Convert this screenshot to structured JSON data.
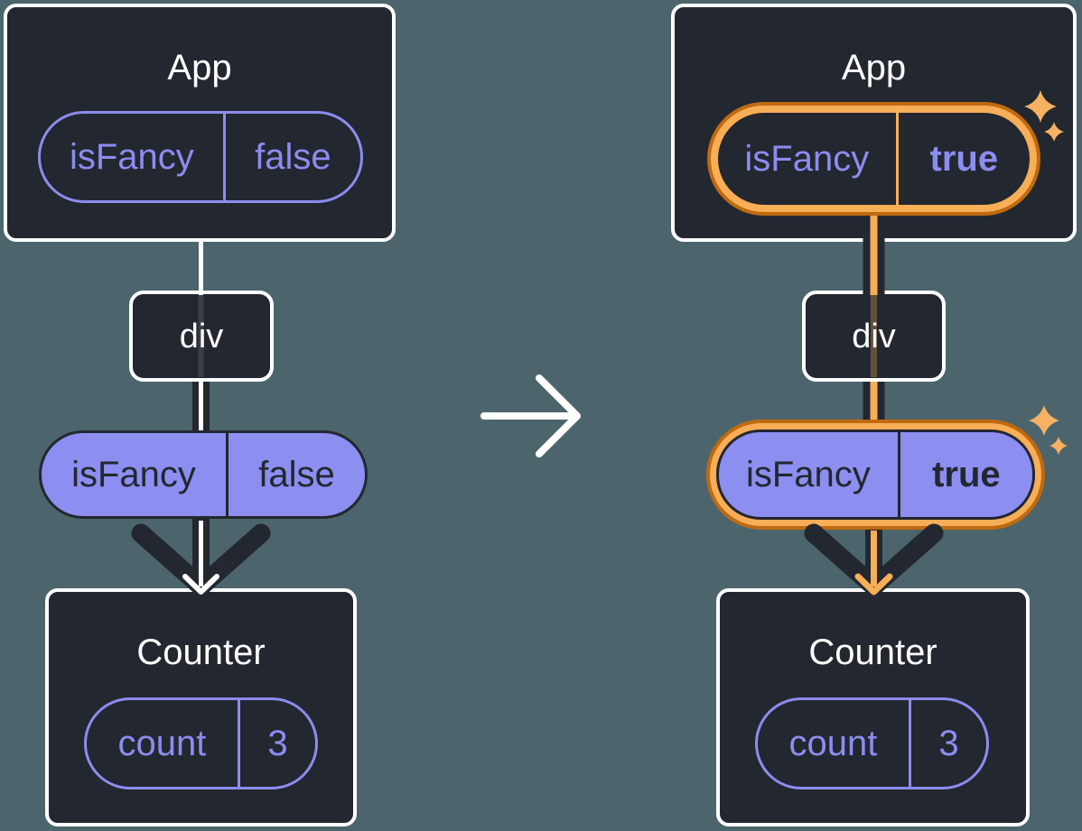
{
  "before": {
    "app": {
      "title": "App",
      "state_pill": {
        "name": "isFancy",
        "value": "false"
      }
    },
    "div_node": {
      "label": "div"
    },
    "prop_pill": {
      "name": "isFancy",
      "value": "false"
    },
    "counter": {
      "title": "Counter",
      "state_pill": {
        "name": "count",
        "value": "3"
      }
    }
  },
  "after": {
    "app": {
      "title": "App",
      "state_pill": {
        "name": "isFancy",
        "value": "true"
      }
    },
    "div_node": {
      "label": "div"
    },
    "prop_pill": {
      "name": "isFancy",
      "value": "true"
    },
    "counter": {
      "title": "Counter",
      "state_pill": {
        "name": "count",
        "value": "3"
      }
    }
  },
  "icons": {
    "transition": "transition-arrow-icon",
    "down_arrow": "arrow-down-icon",
    "sparkle": "sparkle-icon"
  },
  "colors": {
    "background": "#4C656D",
    "card_bg": "#23272F",
    "card_border": "#FFFFFF",
    "purple": "#8B8DF0",
    "purple_fill": "#8C8EF0",
    "dark_text": "#23272F",
    "highlight_orange": "#F7AE57",
    "highlight_orange_dark": "#C06A10",
    "sparkle": "#F7B163",
    "arrow_dark": "#23272F",
    "arrow_white": "#FFFFFF"
  }
}
